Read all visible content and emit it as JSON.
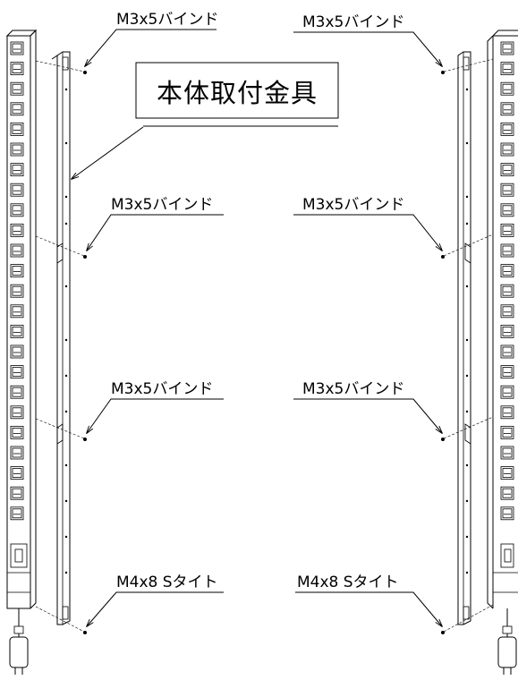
{
  "title_callout": "本体取付金具",
  "screw_labels": {
    "binding": "M3x5バインド",
    "tight": "M4x8 Sタイト"
  },
  "callouts": [
    {
      "id": "left-1",
      "label": "M3x5バインド"
    },
    {
      "id": "left-2",
      "label": "M3x5バインド"
    },
    {
      "id": "left-3",
      "label": "M3x5バインド"
    },
    {
      "id": "left-4",
      "label": "M4x8 Sタイト"
    },
    {
      "id": "right-1",
      "label": "M3x5バインド"
    },
    {
      "id": "right-2",
      "label": "M3x5バインド"
    },
    {
      "id": "right-3",
      "label": "M3x5バインド"
    },
    {
      "id": "right-4",
      "label": "M4x8 Sタイト"
    }
  ],
  "outlet_count_per_strip": 24
}
